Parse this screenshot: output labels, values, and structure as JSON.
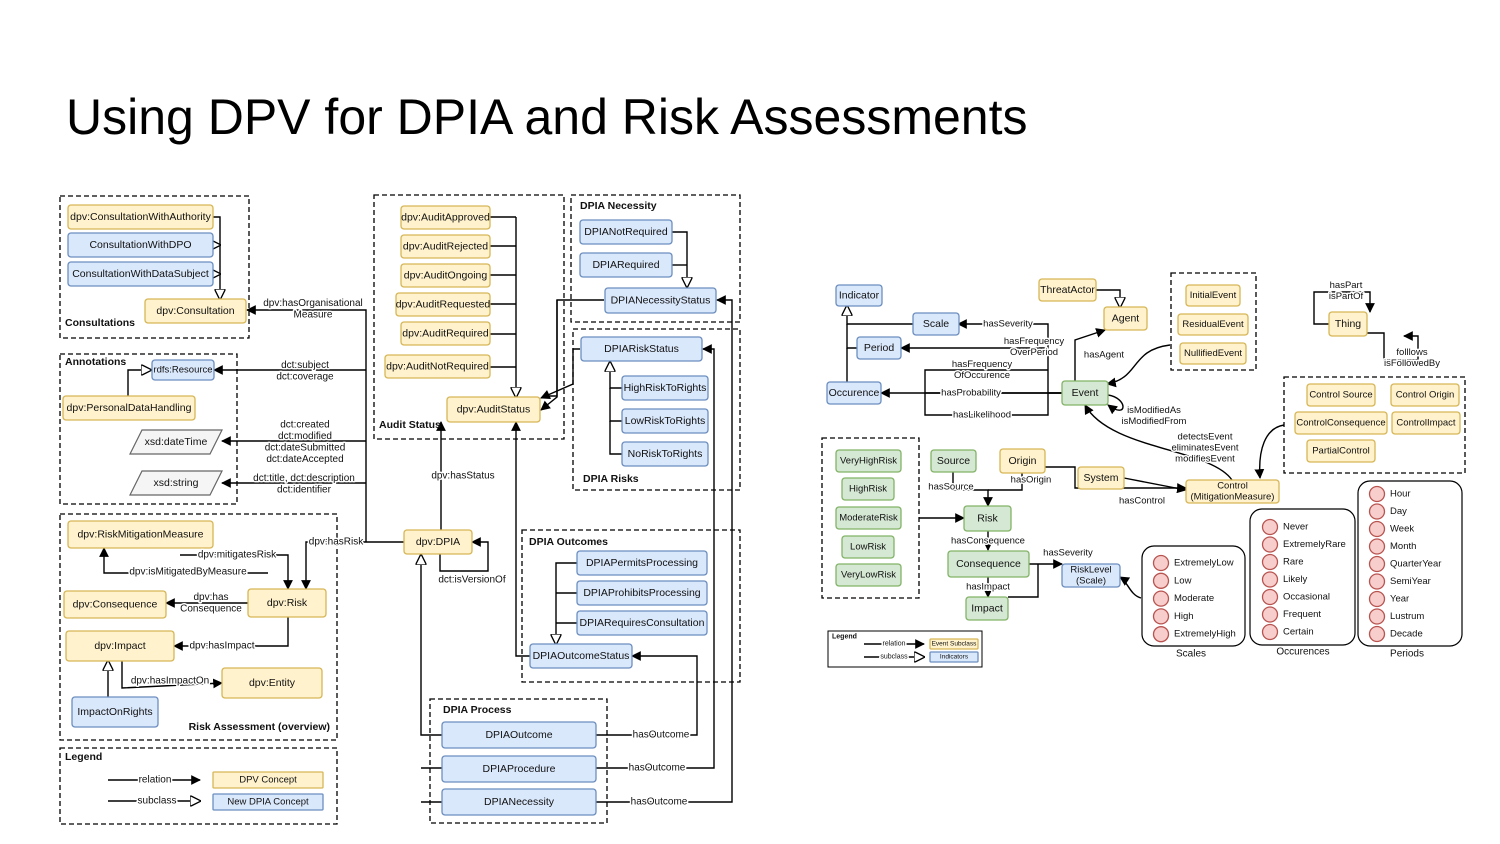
{
  "slide": {
    "title": "Using DPV for DPIA and Risk Assessments"
  },
  "colors": {
    "yellow_fill": "#fff2cc",
    "yellow_stroke": "#d6b656",
    "blue_fill": "#dae8fc",
    "blue_stroke": "#6c8ebf",
    "green_fill": "#d5e8d4",
    "green_stroke": "#82b366",
    "pink_fill": "#f8cecc",
    "pink_stroke": "#b85450"
  },
  "left": {
    "groups": {
      "consultations": "Consultations",
      "annotations": "Annotations",
      "audit": "Audit Status",
      "necessity": "DPIA Necessity",
      "risks": "DPIA Risks",
      "outcomes": "DPIA Outcomes",
      "process": "DPIA Process",
      "risk_assessment": "Risk Assessment (overview)",
      "legend": "Legend"
    },
    "nodes": {
      "consultation_with_authority": "dpv:ConsultationWithAuthority",
      "consultation_with_dpo": "ConsultationWithDPO",
      "consultation_with_data_subject": "ConsultationWithDataSubject",
      "consultation": "dpv:Consultation",
      "rdfs_resource": "rdfs:Resource",
      "personal_data_handling": "dpv:PersonalDataHandling",
      "xsd_datetime": "xsd:dateTime",
      "xsd_string": "xsd:string",
      "audit_approved": "dpv:AuditApproved",
      "audit_rejected": "dpv:AuditRejected",
      "audit_ongoing": "dpv:AuditOngoing",
      "audit_requested": "dpv:AuditRequested",
      "audit_required": "dpv:AuditRequired",
      "audit_not_required": "dpv:AuditNotRequired",
      "audit_status": "dpv:AuditStatus",
      "dpia_not_required": "DPIANotRequired",
      "dpia_required": "DPIARequired",
      "dpia_necessity_status": "DPIANecessityStatus",
      "dpia_risk_status": "DPIARiskStatus",
      "high_risk": "HighRiskToRights",
      "low_risk": "LowRiskToRights",
      "no_risk": "NoRiskToRights",
      "dpia_permits": "DPIAPermitsProcessing",
      "dpia_prohibits": "DPIAProhibitsProcessing",
      "dpia_requires_consultation": "DPIARequiresConsultation",
      "dpia_outcome_status": "DPIAOutcomeStatus",
      "dpia": "dpv:DPIA",
      "risk_mitigation_measure": "dpv:RiskMitigationMeasure",
      "consequence": "dpv:Consequence",
      "risk": "dpv:Risk",
      "impact": "dpv:Impact",
      "entity": "dpv:Entity",
      "impact_on_rights": "ImpactOnRights",
      "dpia_outcome": "DPIAOutcome",
      "dpia_procedure": "DPIAProcedure",
      "dpia_necessity": "DPIANecessity",
      "legend_dpv_concept": "DPV Concept",
      "legend_new_dpia_concept": "New DPIA Concept"
    },
    "edges": {
      "has_organisational_measure": [
        "dpv:hasOrganisational",
        "Measure"
      ],
      "subject_coverage": [
        "dct:subject",
        "dct:coverage"
      ],
      "dates": [
        "dct:created",
        "dct:modified",
        "dct:dateSubmitted",
        "dct:dateAccepted"
      ],
      "title_description": [
        "dct:title, dct:description",
        "dct:identifier"
      ],
      "has_status": "dpv:hasStatus",
      "has_risk": "dpv:hasRisk",
      "is_version_of": "dct:isVersionOf",
      "mitigates_risk": "dpv:mitigatesRisk",
      "is_mitigated_by_measure": "dpv:isMitigatedByMeasure",
      "has_consequence": [
        "dpv:has",
        "Consequence"
      ],
      "has_impact": "dpv:hasImpact",
      "has_impact_on": "dpv:hasImpactOn",
      "has_outcome": "hasOutcome",
      "legend_relation": "relation",
      "legend_subclass": "subclass"
    }
  },
  "right": {
    "nodes": {
      "indicator": "Indicator",
      "scale": "Scale",
      "period": "Period",
      "occurence": "Occurence",
      "threat_actor": "ThreatActor",
      "agent": "Agent",
      "event": "Event",
      "initial_event": "InitialEvent",
      "residual_event": "ResidualEvent",
      "nullified_event": "NullifiedEvent",
      "thing": "Thing",
      "control_source": "Control Source",
      "control_origin": "Control Origin",
      "control_consequence": "ControlConsequence",
      "control_impact": "ControlImpact",
      "partial_control": "PartialControl",
      "very_high_risk": "VeryHighRisk",
      "high_risk": "HighRisk",
      "moderate_risk": "ModerateRisk",
      "low_risk": "LowRisk",
      "very_low_risk": "VeryLowRisk",
      "source": "Source",
      "origin": "Origin",
      "system": "System",
      "control": [
        "Control",
        "(MitigationMeasure)"
      ],
      "risk": "Risk",
      "consequence": "Consequence",
      "impact": "Impact",
      "risk_level": [
        "RiskLevel",
        "(Scale)"
      ],
      "legend_event_subclass": "Event Subclass",
      "legend_indicators": "Indicators"
    },
    "edges": {
      "has_severity": "hasSeverity",
      "has_frequency_over_period": [
        "hasFrequency",
        "OverPeriod"
      ],
      "has_frequency_of_occurence": [
        "hasFrequency",
        "OfOccurence"
      ],
      "has_probability": "hasProbability",
      "has_likelihood": "hasLikelihood",
      "has_agent": "hasAgent",
      "is_modified": [
        "isModifiedAs",
        "isModifiedFrom"
      ],
      "event_control": [
        "detectsEvent",
        "eliminatesEvent",
        "modifiesEvent"
      ],
      "has_part": [
        "hasPart",
        "isPartOf"
      ],
      "follows": [
        "folllows",
        "isFollowedBy"
      ],
      "has_source": "hasSource",
      "has_origin": "hasOrigin",
      "has_control": "hasControl",
      "has_consequence": "hasConsequence",
      "has_impact": "hasImpact",
      "has_severity_2": "hasSeverity",
      "legend_title": "Legend",
      "legend_relation": "relation",
      "legend_subclass": "subclass"
    },
    "lists": {
      "scales": {
        "label": "Scales",
        "items": [
          "ExtremelyLow",
          "Low",
          "Moderate",
          "High",
          "ExtremelyHigh"
        ]
      },
      "occurences": {
        "label": "Occurences",
        "items": [
          "Never",
          "ExtremelyRare",
          "Rare",
          "Likely",
          "Occasional",
          "Frequent",
          "Certain"
        ]
      },
      "periods": {
        "label": "Periods",
        "items": [
          "Hour",
          "Day",
          "Week",
          "Month",
          "QuarterYear",
          "SemiYear",
          "Year",
          "Lustrum",
          "Decade"
        ]
      }
    }
  }
}
